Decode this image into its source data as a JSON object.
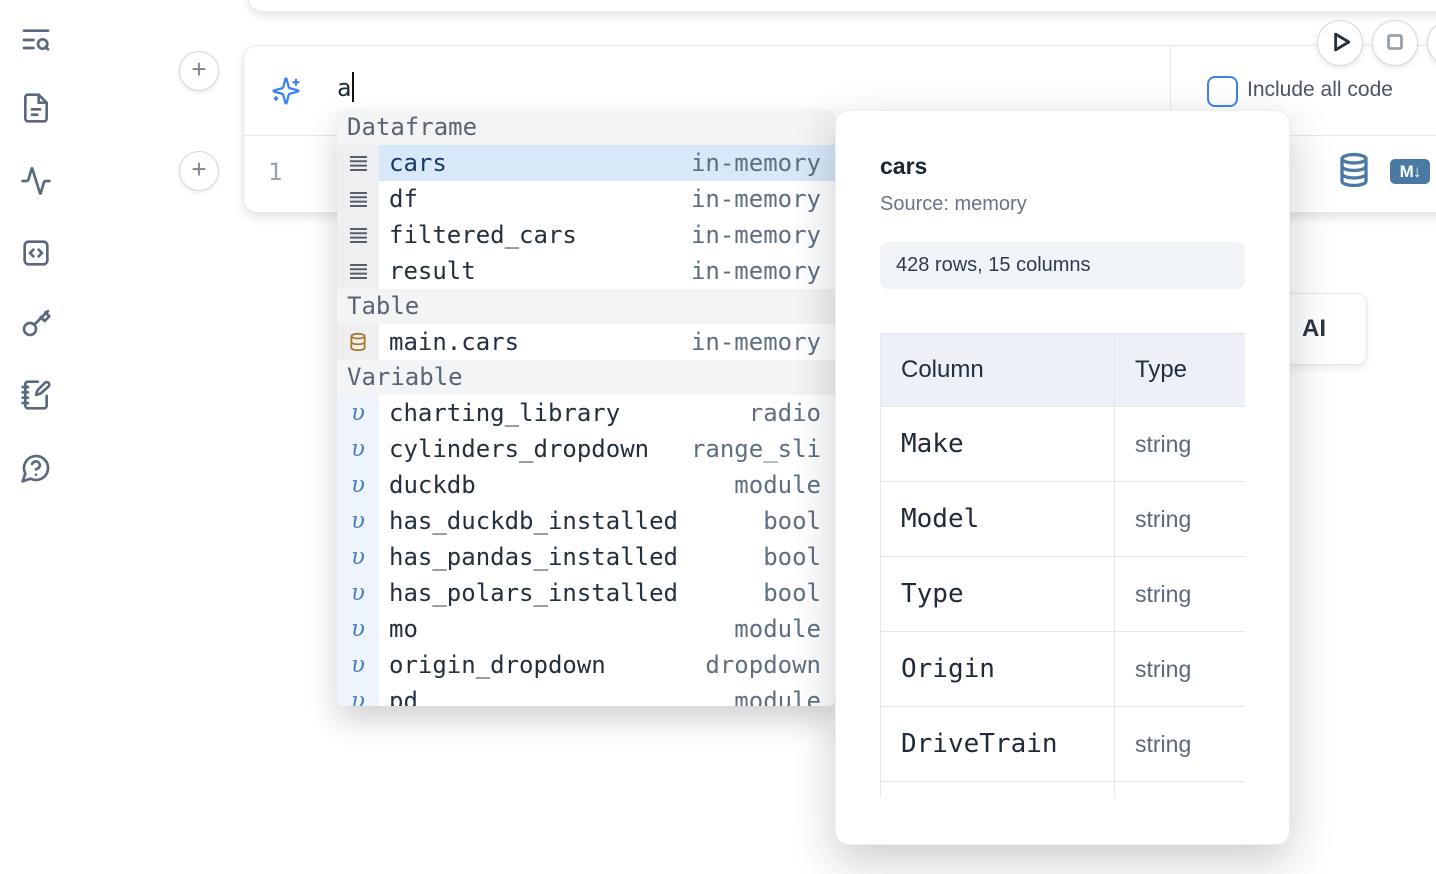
{
  "colors": {
    "accent_blue": "#3b82f6",
    "steel_blue": "#4a79a4",
    "selection_blue": "#d7e8f8",
    "amber_db": "#a57b2e",
    "slate_text": "#5f6e81"
  },
  "sidebar": {
    "icons": [
      {
        "name": "toc-search-icon"
      },
      {
        "name": "file-text-icon"
      },
      {
        "name": "activity-icon"
      },
      {
        "name": "code-square-icon"
      },
      {
        "name": "key-icon"
      },
      {
        "name": "notebook-pen-icon"
      },
      {
        "name": "help-chat-icon"
      }
    ]
  },
  "prompt": {
    "value": "a",
    "sparkle_icon": "sparkles-icon"
  },
  "toolbar": {
    "include_all_code_label": "Include all code",
    "include_all_code_checked": false,
    "run_button": "play-icon",
    "stop_button": "stop-icon"
  },
  "editor": {
    "line_number": "1",
    "actions": [
      "database-icon",
      "markdown-export-icon"
    ],
    "markdown_badge": "M↓"
  },
  "ai": {
    "visible_label": "AI"
  },
  "autocomplete": {
    "sections": [
      {
        "label": "Dataframe",
        "kind": "dataframe",
        "items": [
          {
            "name": "cars",
            "type": "in-memory",
            "selected": true
          },
          {
            "name": "df",
            "type": "in-memory"
          },
          {
            "name": "filtered_cars",
            "type": "in-memory"
          },
          {
            "name": "result",
            "type": "in-memory"
          }
        ]
      },
      {
        "label": "Table",
        "kind": "table",
        "items": [
          {
            "name": "main.cars",
            "type": "in-memory"
          }
        ]
      },
      {
        "label": "Variable",
        "kind": "variable",
        "items": [
          {
            "name": "charting_library",
            "type": "radio"
          },
          {
            "name": "cylinders_dropdown",
            "type": "range_sli"
          },
          {
            "name": "duckdb",
            "type": "module"
          },
          {
            "name": "has_duckdb_installed",
            "type": "bool"
          },
          {
            "name": "has_pandas_installed",
            "type": "bool"
          },
          {
            "name": "has_polars_installed",
            "type": "bool"
          },
          {
            "name": "mo",
            "type": "module"
          },
          {
            "name": "origin_dropdown",
            "type": "dropdown"
          },
          {
            "name": "pd",
            "type": "module"
          }
        ]
      }
    ]
  },
  "popup": {
    "title": "cars",
    "source": "Source: memory",
    "shape": "428 rows, 15 columns",
    "table": {
      "headers": [
        "Column",
        "Type"
      ],
      "rows": [
        {
          "column": "Make",
          "type": "string"
        },
        {
          "column": "Model",
          "type": "string"
        },
        {
          "column": "Type",
          "type": "string"
        },
        {
          "column": "Origin",
          "type": "string"
        },
        {
          "column": "DriveTrain",
          "type": "string"
        },
        {
          "column": "",
          "type": ""
        }
      ]
    }
  }
}
